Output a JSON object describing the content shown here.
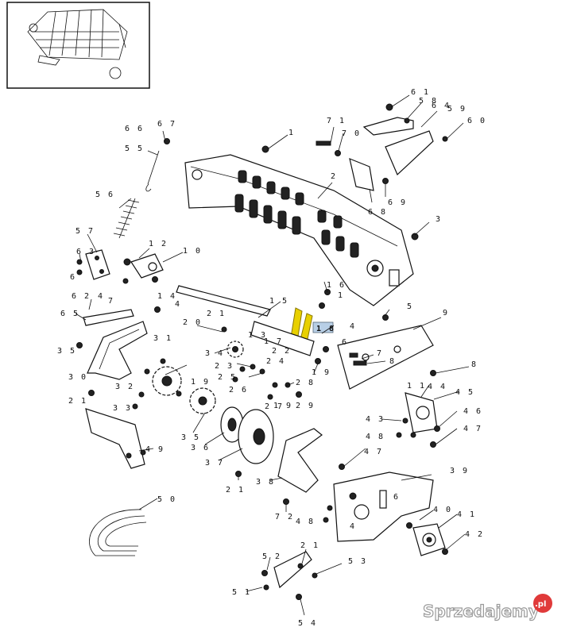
{
  "diagram": {
    "thumbnail_icon": "pickup-assembly-thumbnail",
    "highlight_color": "#c8b400",
    "highlight_label_bg": "#b8cfe6",
    "labels": [
      {
        "id": "l61",
        "text": "6 1"
      },
      {
        "id": "l58",
        "text": "5 8"
      },
      {
        "id": "l64",
        "text": "6 4"
      },
      {
        "id": "l59",
        "text": "5 9"
      },
      {
        "id": "l60",
        "text": "6 0"
      },
      {
        "id": "l71",
        "text": "7 1"
      },
      {
        "id": "l70",
        "text": "7 0"
      },
      {
        "id": "l1a",
        "text": "1"
      },
      {
        "id": "l66",
        "text": "6 6"
      },
      {
        "id": "l67",
        "text": "6 7"
      },
      {
        "id": "l55",
        "text": "5 5"
      },
      {
        "id": "l2",
        "text": "2"
      },
      {
        "id": "l68",
        "text": "6 8"
      },
      {
        "id": "l69",
        "text": "6 9"
      },
      {
        "id": "l56",
        "text": "5 6"
      },
      {
        "id": "l3",
        "text": "3"
      },
      {
        "id": "l57",
        "text": "5 7"
      },
      {
        "id": "l12",
        "text": "1 2"
      },
      {
        "id": "l10",
        "text": "1 0"
      },
      {
        "id": "l63",
        "text": "6 3"
      },
      {
        "id": "l6a",
        "text": "6"
      },
      {
        "id": "l62",
        "text": "6 2"
      },
      {
        "id": "l4a",
        "text": "4"
      },
      {
        "id": "l7a",
        "text": "7"
      },
      {
        "id": "l14",
        "text": "1 4"
      },
      {
        "id": "l16",
        "text": "1 6"
      },
      {
        "id": "l1b",
        "text": "1"
      },
      {
        "id": "l4b",
        "text": "4"
      },
      {
        "id": "l15",
        "text": "1 5"
      },
      {
        "id": "l65",
        "text": "6 5"
      },
      {
        "id": "l5a",
        "text": "5"
      },
      {
        "id": "l9",
        "text": "9"
      },
      {
        "id": "l20",
        "text": "2 0"
      },
      {
        "id": "l21a",
        "text": "2 1"
      },
      {
        "id": "l4c",
        "text": "4"
      },
      {
        "id": "l6b",
        "text": "6"
      },
      {
        "id": "l13",
        "text": "1 3"
      },
      {
        "id": "l17",
        "text": "1 7"
      },
      {
        "id": "l22",
        "text": "2 2"
      },
      {
        "id": "l7b",
        "text": "7"
      },
      {
        "id": "l8a",
        "text": "8"
      },
      {
        "id": "l34",
        "text": "3 4"
      },
      {
        "id": "l35a",
        "text": "3 5"
      },
      {
        "id": "l31",
        "text": "3 1"
      },
      {
        "id": "l24",
        "text": "2 4"
      },
      {
        "id": "l30",
        "text": "3 0"
      },
      {
        "id": "l19a",
        "text": "1 9"
      },
      {
        "id": "l23",
        "text": "2 3"
      },
      {
        "id": "l25",
        "text": "2 5"
      },
      {
        "id": "l8b",
        "text": "8"
      },
      {
        "id": "l32",
        "text": "3 2"
      },
      {
        "id": "l26",
        "text": "2 6"
      },
      {
        "id": "l28",
        "text": "2 8"
      },
      {
        "id": "l11",
        "text": "1 1"
      },
      {
        "id": "l44",
        "text": "4 4"
      },
      {
        "id": "l45",
        "text": "4 5"
      },
      {
        "id": "l21b",
        "text": "2 1"
      },
      {
        "id": "l33",
        "text": "3 3"
      },
      {
        "id": "l27",
        "text": "2 7"
      },
      {
        "id": "l19b",
        "text": "1 9"
      },
      {
        "id": "l29",
        "text": "2 9"
      },
      {
        "id": "l19c",
        "text": "1 9"
      },
      {
        "id": "l43",
        "text": "4 3"
      },
      {
        "id": "l46",
        "text": "4 6"
      },
      {
        "id": "l35b",
        "text": "3 5"
      },
      {
        "id": "l36",
        "text": "3 6"
      },
      {
        "id": "l48a",
        "text": "4 8"
      },
      {
        "id": "l47a",
        "text": "4 7"
      },
      {
        "id": "l49",
        "text": "4 9"
      },
      {
        "id": "l37",
        "text": "3 7"
      },
      {
        "id": "l47b",
        "text": "4 7"
      },
      {
        "id": "l39",
        "text": "3 9"
      },
      {
        "id": "l38",
        "text": "3 8"
      },
      {
        "id": "l21c",
        "text": "2 1"
      },
      {
        "id": "l6c",
        "text": "6"
      },
      {
        "id": "l50",
        "text": "5 0"
      },
      {
        "id": "l72",
        "text": "7 2"
      },
      {
        "id": "l40",
        "text": "4 0"
      },
      {
        "id": "l41",
        "text": "4 1"
      },
      {
        "id": "l48b",
        "text": "4 8"
      },
      {
        "id": "l4d",
        "text": "4"
      },
      {
        "id": "l42",
        "text": "4 2"
      },
      {
        "id": "l21d",
        "text": "2 1"
      },
      {
        "id": "l52",
        "text": "5 2"
      },
      {
        "id": "l53",
        "text": "5 3"
      },
      {
        "id": "l51",
        "text": "5 1"
      },
      {
        "id": "l54",
        "text": "5 4"
      }
    ],
    "highlight_label": "1 8",
    "watermark": {
      "brand": "Sprzedajemy",
      "tld": ".pl"
    }
  }
}
